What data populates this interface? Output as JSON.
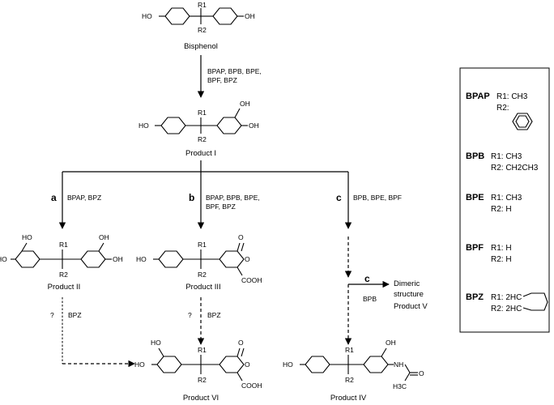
{
  "compounds": {
    "bisphenol": {
      "name": "Bisphenol"
    },
    "product1": {
      "name": "Product I"
    },
    "product2": {
      "name": "Product II"
    },
    "product3": {
      "name": "Product III"
    },
    "product4": {
      "name": "Product IV"
    },
    "product5": {
      "name": "Product V",
      "label": "Dimeric structure"
    },
    "product6": {
      "name": "Product VI"
    }
  },
  "atoms": {
    "ho": "HO",
    "oh": "OH",
    "r1": "R1",
    "r2": "R2",
    "o": "O",
    "cooh": "COOH",
    "nh": "NH",
    "h3c": "H3C"
  },
  "conditions": {
    "step1": [
      "BPAP, BPB, BPE,",
      "BPF, BPZ"
    ],
    "a": [
      "BPAP, BPZ"
    ],
    "b": [
      "BPAP, BPB, BPE,",
      "BPF, BPZ"
    ],
    "c": [
      "BPB, BPE, BPF"
    ],
    "c_dimer": "BPB",
    "a_unknown": "?",
    "a_bpz": "BPZ",
    "b_unknown": "?",
    "b_bpz": "BPZ"
  },
  "paths": {
    "a": "a",
    "b": "b",
    "c": "c",
    "c2": "c"
  },
  "legend": [
    {
      "abbr": "BPAP",
      "r1": "R1: CH3",
      "r2": "R2:"
    },
    {
      "abbr": "BPB",
      "r1": "R1: CH3",
      "r2": "R2: CH2CH3"
    },
    {
      "abbr": "BPE",
      "r1": "R1: CH3",
      "r2": "R2: H"
    },
    {
      "abbr": "BPF",
      "r1": "R1: H",
      "r2": "R2: H"
    },
    {
      "abbr": "BPZ",
      "r1": "R1: 2HC",
      "r2": "R2: 2HC"
    }
  ]
}
